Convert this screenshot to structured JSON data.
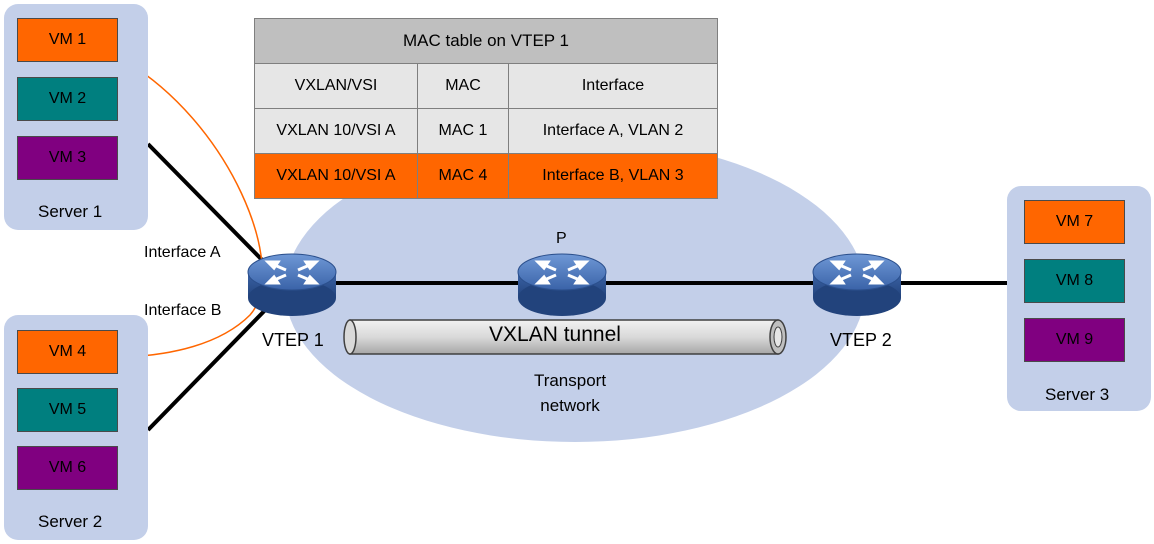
{
  "table": {
    "title": "MAC table on VTEP 1",
    "columns": [
      "VXLAN/VSI",
      "MAC",
      "Interface"
    ],
    "rows": [
      [
        "VXLAN 10/VSI A",
        "MAC 1",
        "Interface A, VLAN 2"
      ],
      [
        "VXLAN 10/VSI A",
        "MAC 4",
        "Interface B, VLAN 3"
      ]
    ]
  },
  "servers": [
    {
      "label": "Server 1",
      "vms": [
        "VM 1",
        "VM 2",
        "VM 3"
      ]
    },
    {
      "label": "Server 2",
      "vms": [
        "VM 4",
        "VM 5",
        "VM 6"
      ]
    },
    {
      "label": "Server 3",
      "vms": [
        "VM 7",
        "VM 8",
        "VM 9"
      ]
    }
  ],
  "devices": {
    "vtep1": "VTEP 1",
    "vtep2": "VTEP 2",
    "p": "P"
  },
  "interfaces": {
    "a": "Interface A",
    "b": "Interface B"
  },
  "tunnel_label": "VXLAN tunnel",
  "network_label": [
    "Transport",
    "network"
  ],
  "colors": {
    "vm_orange": "#ff6600",
    "vm_teal": "#007f7f",
    "vm_purple": "#800080",
    "server_bg": "#c3cfe9",
    "network_bg": "#c3cfe9",
    "flow_arrow": "#ff6600",
    "device": "#4a74b4"
  }
}
